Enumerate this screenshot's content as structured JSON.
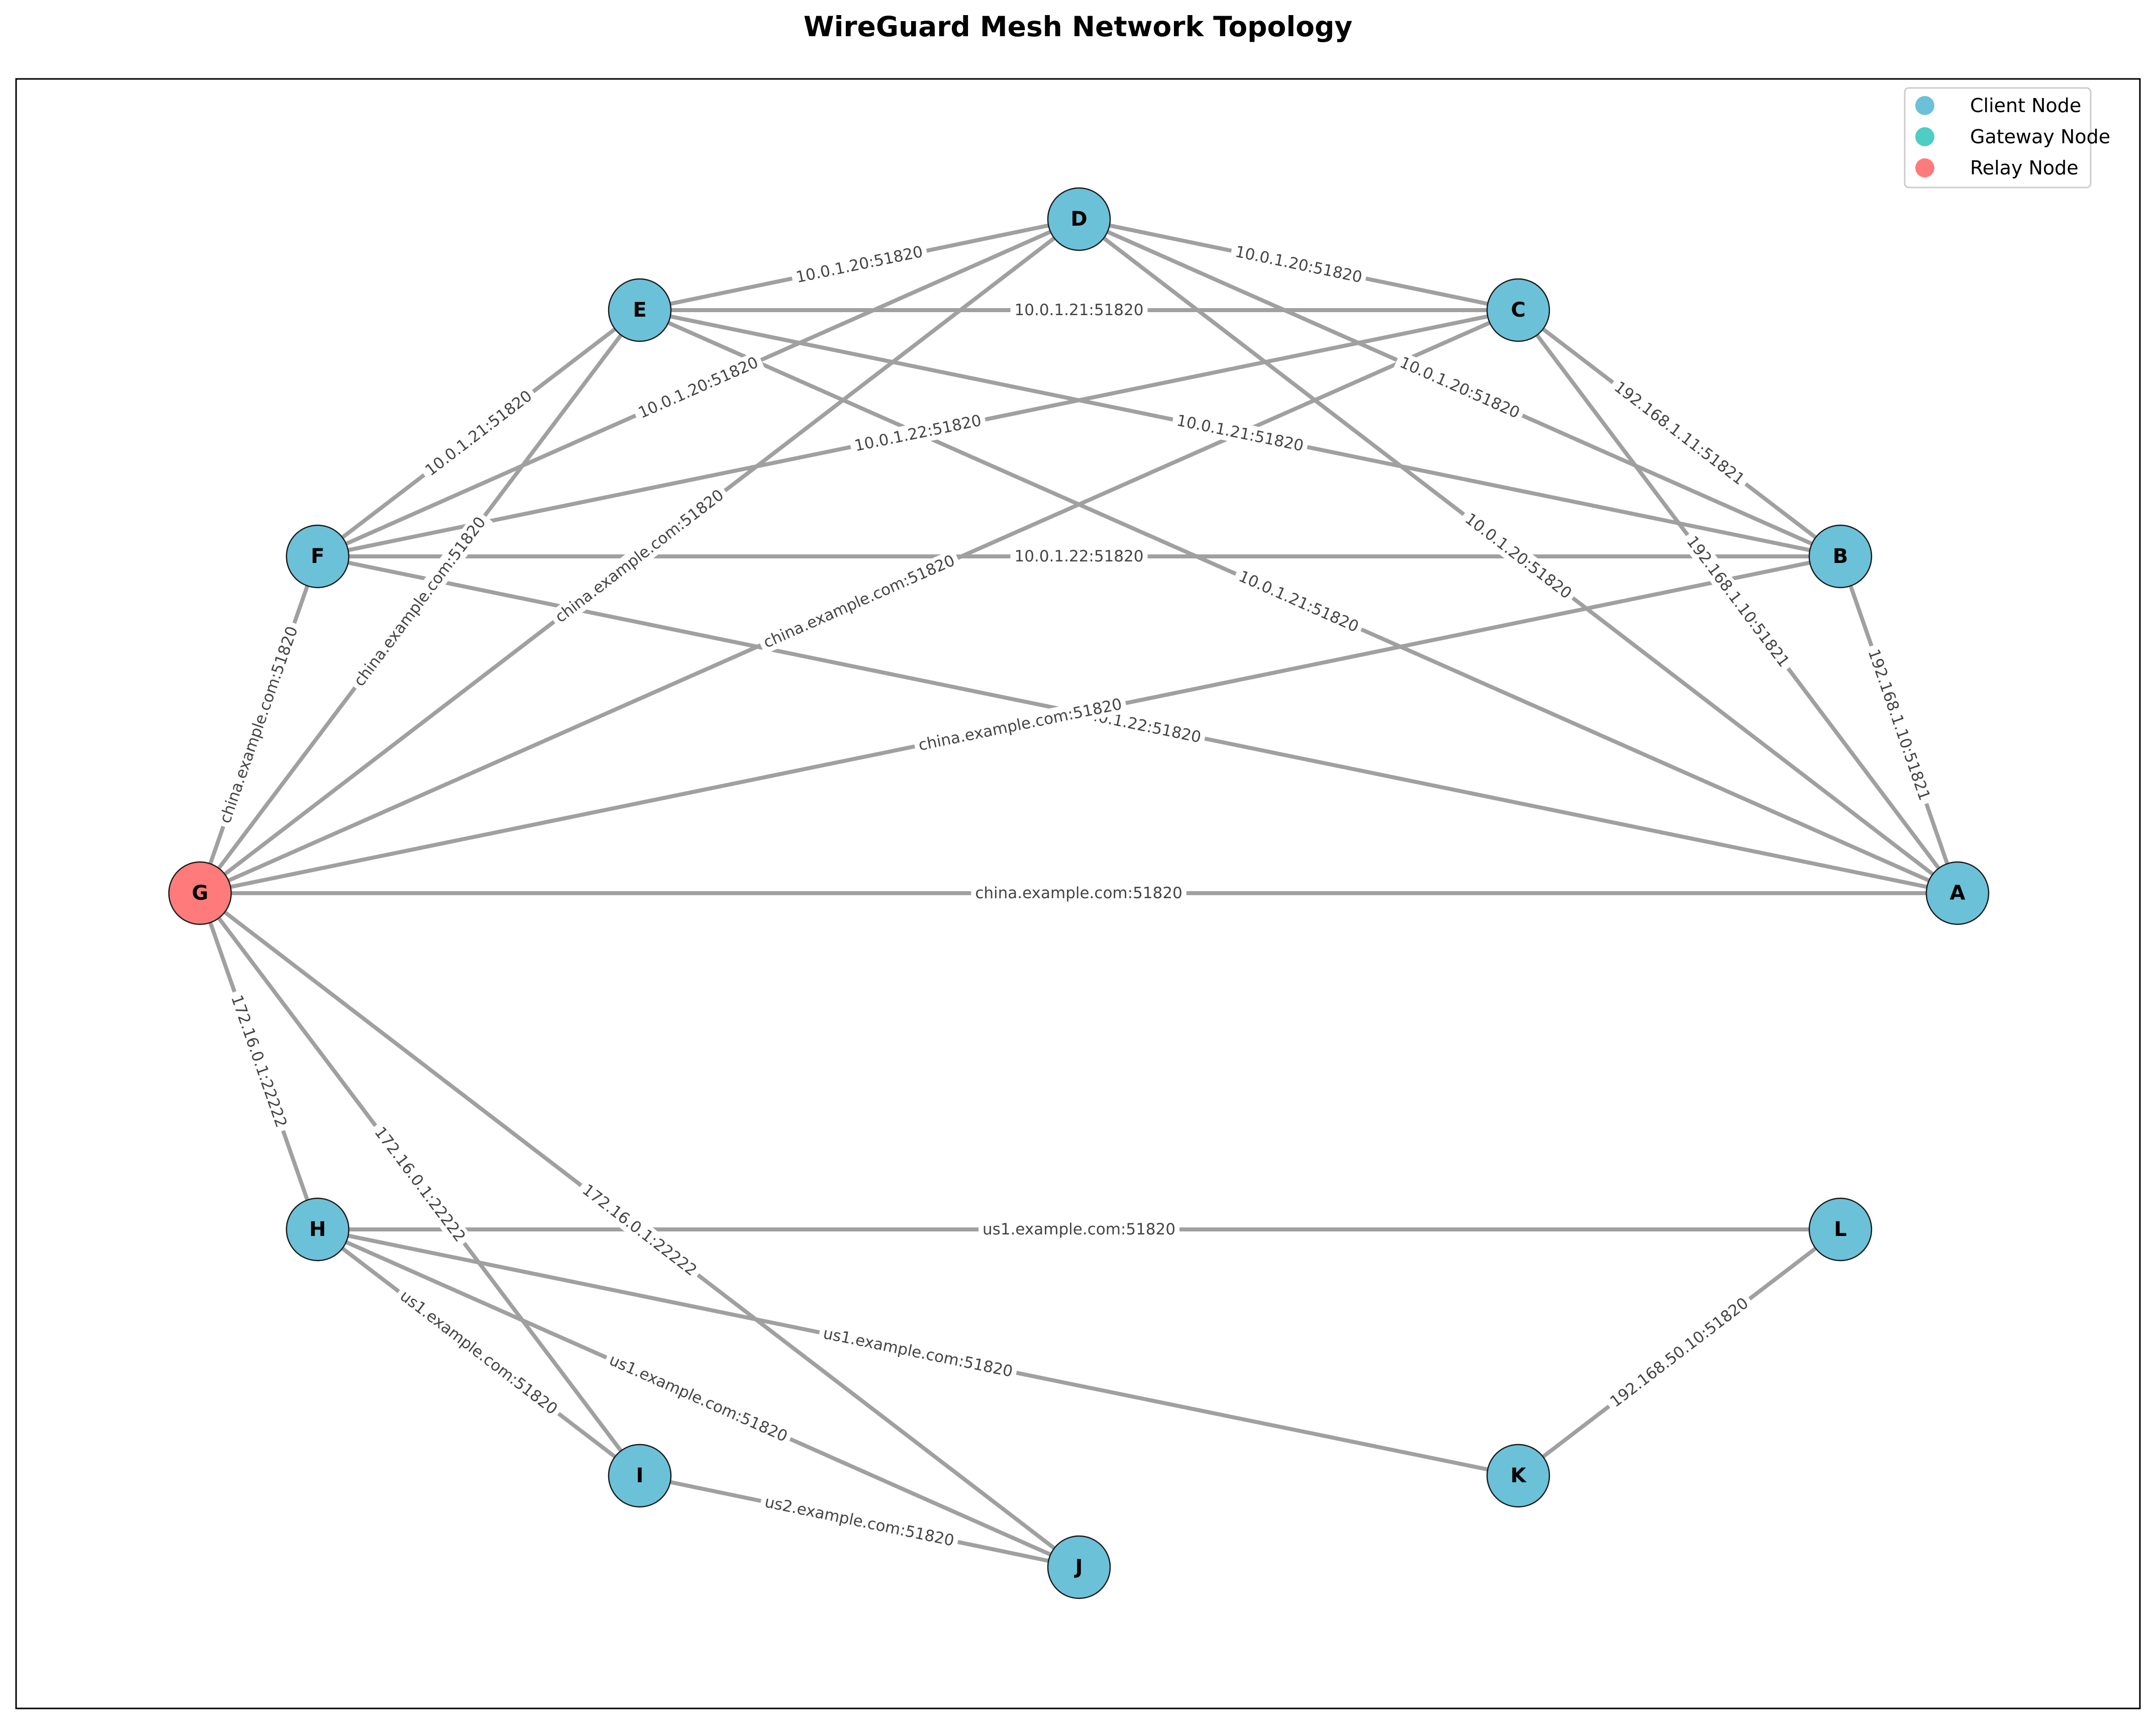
{
  "title": "WireGuard Mesh Network Topology",
  "colors": {
    "client": "#6bc1d8",
    "gateway": "#4ecdc4",
    "relay": "#ff7b7b",
    "edge": "#a0a0a0"
  },
  "legend": {
    "items": [
      {
        "label": "Client Node",
        "role": "client"
      },
      {
        "label": "Gateway Node",
        "role": "gateway"
      },
      {
        "label": "Relay Node",
        "role": "relay"
      }
    ]
  },
  "nodes": [
    {
      "id": "A",
      "role": "client"
    },
    {
      "id": "B",
      "role": "client"
    },
    {
      "id": "C",
      "role": "client"
    },
    {
      "id": "D",
      "role": "client"
    },
    {
      "id": "E",
      "role": "client"
    },
    {
      "id": "F",
      "role": "client"
    },
    {
      "id": "G",
      "role": "relay"
    },
    {
      "id": "H",
      "role": "client"
    },
    {
      "id": "I",
      "role": "client"
    },
    {
      "id": "J",
      "role": "client"
    },
    {
      "id": "K",
      "role": "client"
    },
    {
      "id": "L",
      "role": "client"
    }
  ],
  "edges": [
    {
      "from": "B",
      "to": "A",
      "label": "192.168.1.10:51821"
    },
    {
      "from": "C",
      "to": "A",
      "label": "192.168.1.10:51821"
    },
    {
      "from": "C",
      "to": "B",
      "label": "192.168.1.11:51821"
    },
    {
      "from": "D",
      "to": "C",
      "label": "10.0.1.20:51820"
    },
    {
      "from": "D",
      "to": "B",
      "label": "10.0.1.20:51820"
    },
    {
      "from": "D",
      "to": "A",
      "label": "10.0.1.20:51820"
    },
    {
      "from": "E",
      "to": "D",
      "label": "10.0.1.20:51820"
    },
    {
      "from": "E",
      "to": "C",
      "label": "10.0.1.21:51820"
    },
    {
      "from": "E",
      "to": "B",
      "label": "10.0.1.21:51820"
    },
    {
      "from": "E",
      "to": "A",
      "label": "10.0.1.21:51820"
    },
    {
      "from": "F",
      "to": "E",
      "label": "10.0.1.21:51820"
    },
    {
      "from": "F",
      "to": "D",
      "label": "10.0.1.20:51820"
    },
    {
      "from": "F",
      "to": "C",
      "label": "10.0.1.22:51820"
    },
    {
      "from": "F",
      "to": "B",
      "label": "10.0.1.22:51820"
    },
    {
      "from": "F",
      "to": "A",
      "label": "10.0.1.22:51820"
    },
    {
      "from": "G",
      "to": "F",
      "label": "china.example.com:51820"
    },
    {
      "from": "G",
      "to": "E",
      "label": "china.example.com:51820"
    },
    {
      "from": "G",
      "to": "D",
      "label": "china.example.com:51820"
    },
    {
      "from": "G",
      "to": "C",
      "label": "china.example.com:51820"
    },
    {
      "from": "G",
      "to": "B",
      "label": "china.example.com:51820"
    },
    {
      "from": "G",
      "to": "A",
      "label": "china.example.com:51820"
    },
    {
      "from": "G",
      "to": "H",
      "label": "172.16.0.1:22222"
    },
    {
      "from": "G",
      "to": "I",
      "label": "172.16.0.1:22222"
    },
    {
      "from": "G",
      "to": "J",
      "label": "172.16.0.1:22222"
    },
    {
      "from": "H",
      "to": "L",
      "label": "us1.example.com:51820"
    },
    {
      "from": "H",
      "to": "K",
      "label": "us1.example.com:51820"
    },
    {
      "from": "H",
      "to": "J",
      "label": "us1.example.com:51820"
    },
    {
      "from": "H",
      "to": "I",
      "label": "us1.example.com:51820"
    },
    {
      "from": "I",
      "to": "J",
      "label": "us2.example.com:51820"
    },
    {
      "from": "K",
      "to": "L",
      "label": "192.168.50.10:51820"
    }
  ]
}
